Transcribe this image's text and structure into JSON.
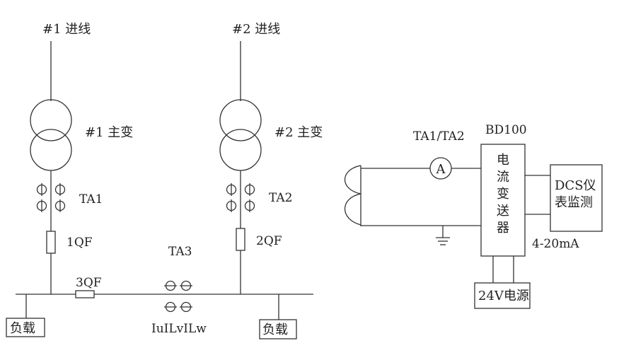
{
  "left_diagram": {
    "incoming_1": "#1 进线",
    "incoming_2": "#2 进线",
    "transformer_1": "#1 主变",
    "transformer_2": "#2 主变",
    "ct_1": "TA1",
    "ct_2": "TA2",
    "ct_3": "TA3",
    "breaker_1": "1QF",
    "breaker_2": "2QF",
    "breaker_3": "3QF",
    "load_1": "负载",
    "load_2": "负载",
    "phase_label": "IuILvILw"
  },
  "right_diagram": {
    "ct_label": "TA1/TA2",
    "transmitter_model": "BD100",
    "ammeter_symbol": "A",
    "transmitter_chars": [
      "电",
      "流",
      "变",
      "送",
      "器"
    ],
    "dcs_line_1": "DCS仪",
    "dcs_line_2": "表监测",
    "signal_range": "4-20mA",
    "power_supply": "24V电源"
  }
}
